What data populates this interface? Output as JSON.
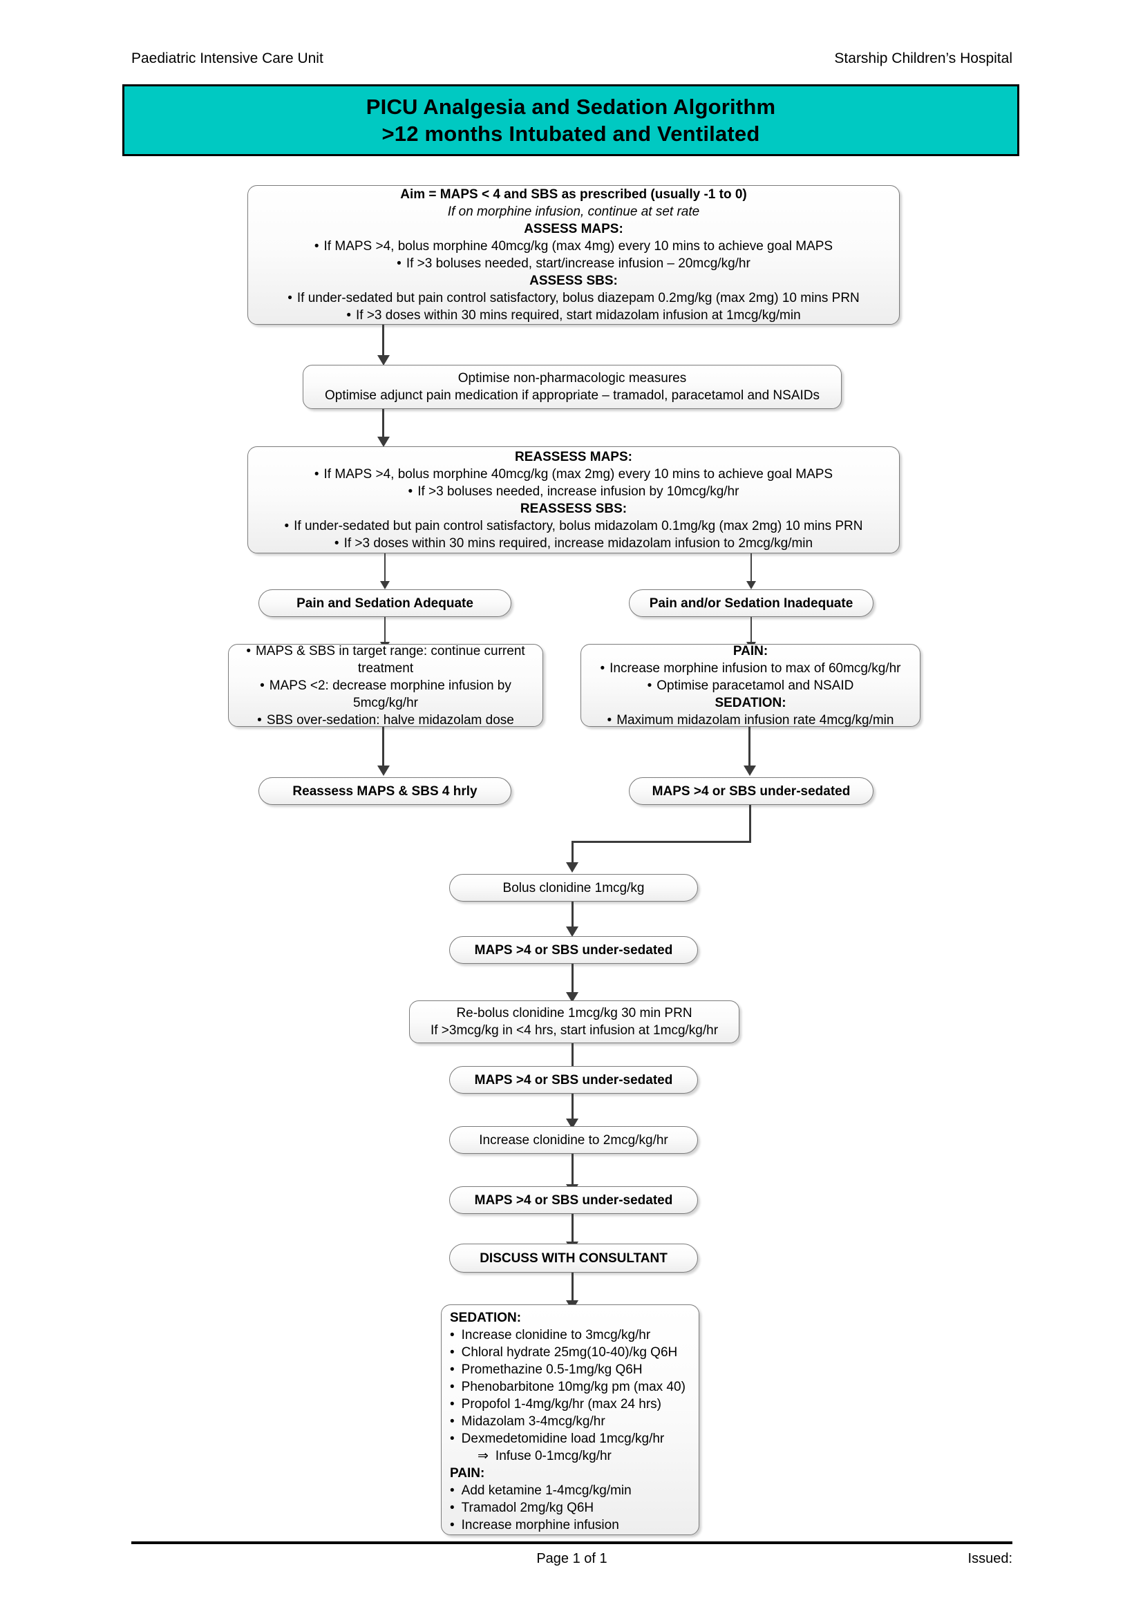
{
  "colors": {
    "banner_bg": "#00c9c2",
    "node_border": "#7b7b7b",
    "connector": "#3b3b3b"
  },
  "header": {
    "left": "Paediatric Intensive Care Unit",
    "right": "Starship Children’s Hospital"
  },
  "title": {
    "line1": "PICU Analgesia and Sedation Algorithm",
    "line2": ">12 months Intubated and Ventilated"
  },
  "footer": {
    "center": "Page 1 of 1",
    "right": "Issued:"
  },
  "flow": {
    "assess": {
      "aim": "Aim = MAPS < 4 and SBS as prescribed (usually -1 to 0)",
      "morphine_note": "If on morphine infusion, continue at set rate",
      "maps_heading": "ASSESS MAPS:",
      "maps_b1": "If MAPS >4, bolus morphine 40mcg/kg (max 4mg) every 10 mins to achieve goal MAPS",
      "maps_b2": "If >3 boluses needed, start/increase infusion – 20mcg/kg/hr",
      "sbs_heading": "ASSESS SBS:",
      "sbs_b1": "If under-sedated but pain control satisfactory, bolus diazepam 0.2mg/kg (max 2mg) 10 mins PRN",
      "sbs_b2": "If >3 doses within 30 mins required, start midazolam infusion at 1mcg/kg/min"
    },
    "optimise": {
      "line1": "Optimise non-pharmacologic measures",
      "line2": "Optimise adjunct pain medication if appropriate – tramadol, paracetamol and NSAIDs"
    },
    "reassess": {
      "maps_heading": "REASSESS MAPS:",
      "maps_b1": "If MAPS >4, bolus morphine 40mcg/kg (max 2mg) every 10 mins to achieve goal MAPS",
      "maps_b2": "If >3 boluses needed, increase infusion by 10mcg/kg/hr",
      "sbs_heading": "REASSESS SBS:",
      "sbs_b1": "If under-sedated but pain control satisfactory, bolus midazolam 0.1mg/kg (max 2mg) 10 mins PRN",
      "sbs_b2": "If >3 doses within 30 mins required, increase midazolam infusion to 2mcg/kg/min"
    },
    "branch_adequate": "Pain and Sedation Adequate",
    "branch_inadequate": "Pain and/or Sedation Inadequate",
    "adequate_actions": {
      "b1": "MAPS & SBS in target range: continue current treatment",
      "b2": "MAPS <2: decrease morphine infusion by 5mcg/kg/hr",
      "b3": "SBS over-sedation: halve midazolam dose"
    },
    "inadequate_actions": {
      "pain_heading": "PAIN:",
      "pain_b1": "Increase morphine infusion to max of 60mcg/kg/hr",
      "pain_b2": "Optimise paracetamol and NSAID",
      "sedation_heading": "SEDATION:",
      "sedation_b1": "Maximum midazolam infusion rate 4mcg/kg/min"
    },
    "reassess_4hrly": "Reassess MAPS & SBS 4 hrly",
    "under_sedated_1": "MAPS >4 or SBS under-sedated",
    "bolus_clonidine": "Bolus clonidine 1mcg/kg",
    "under_sedated_2": "MAPS >4 or SBS under-sedated",
    "rebolus": {
      "line1": "Re-bolus clonidine 1mcg/kg 30 min PRN",
      "line2": "If >3mcg/kg in <4 hrs, start infusion at 1mcg/kg/hr"
    },
    "under_sedated_3": "MAPS >4 or SBS under-sedated",
    "increase_clonidine": "Increase clonidine to 2mcg/kg/hr",
    "under_sedated_4": "MAPS >4 or SBS under-sedated",
    "discuss": "DISCUSS WITH CONSULTANT",
    "final": {
      "sedation_heading": "SEDATION:",
      "sedation_items": [
        "Increase clonidine to 3mcg/kg/hr",
        "Chloral hydrate 25mg(10-40)/kg Q6H",
        "Promethazine 0.5-1mg/kg Q6H",
        "Phenobarbitone 10mg/kg pm (max 40)",
        "Propofol 1-4mg/kg/hr (max 24 hrs)",
        "Midazolam 3-4mcg/kg/hr",
        "Dexmedetomidine load 1mcg/kg/hr"
      ],
      "sedation_sub": "Infuse 0-1mcg/kg/hr",
      "pain_heading": "PAIN:",
      "pain_items": [
        "Add ketamine 1-4mcg/kg/min",
        "Tramadol 2mg/kg Q6H",
        "Increase morphine infusion"
      ]
    }
  }
}
